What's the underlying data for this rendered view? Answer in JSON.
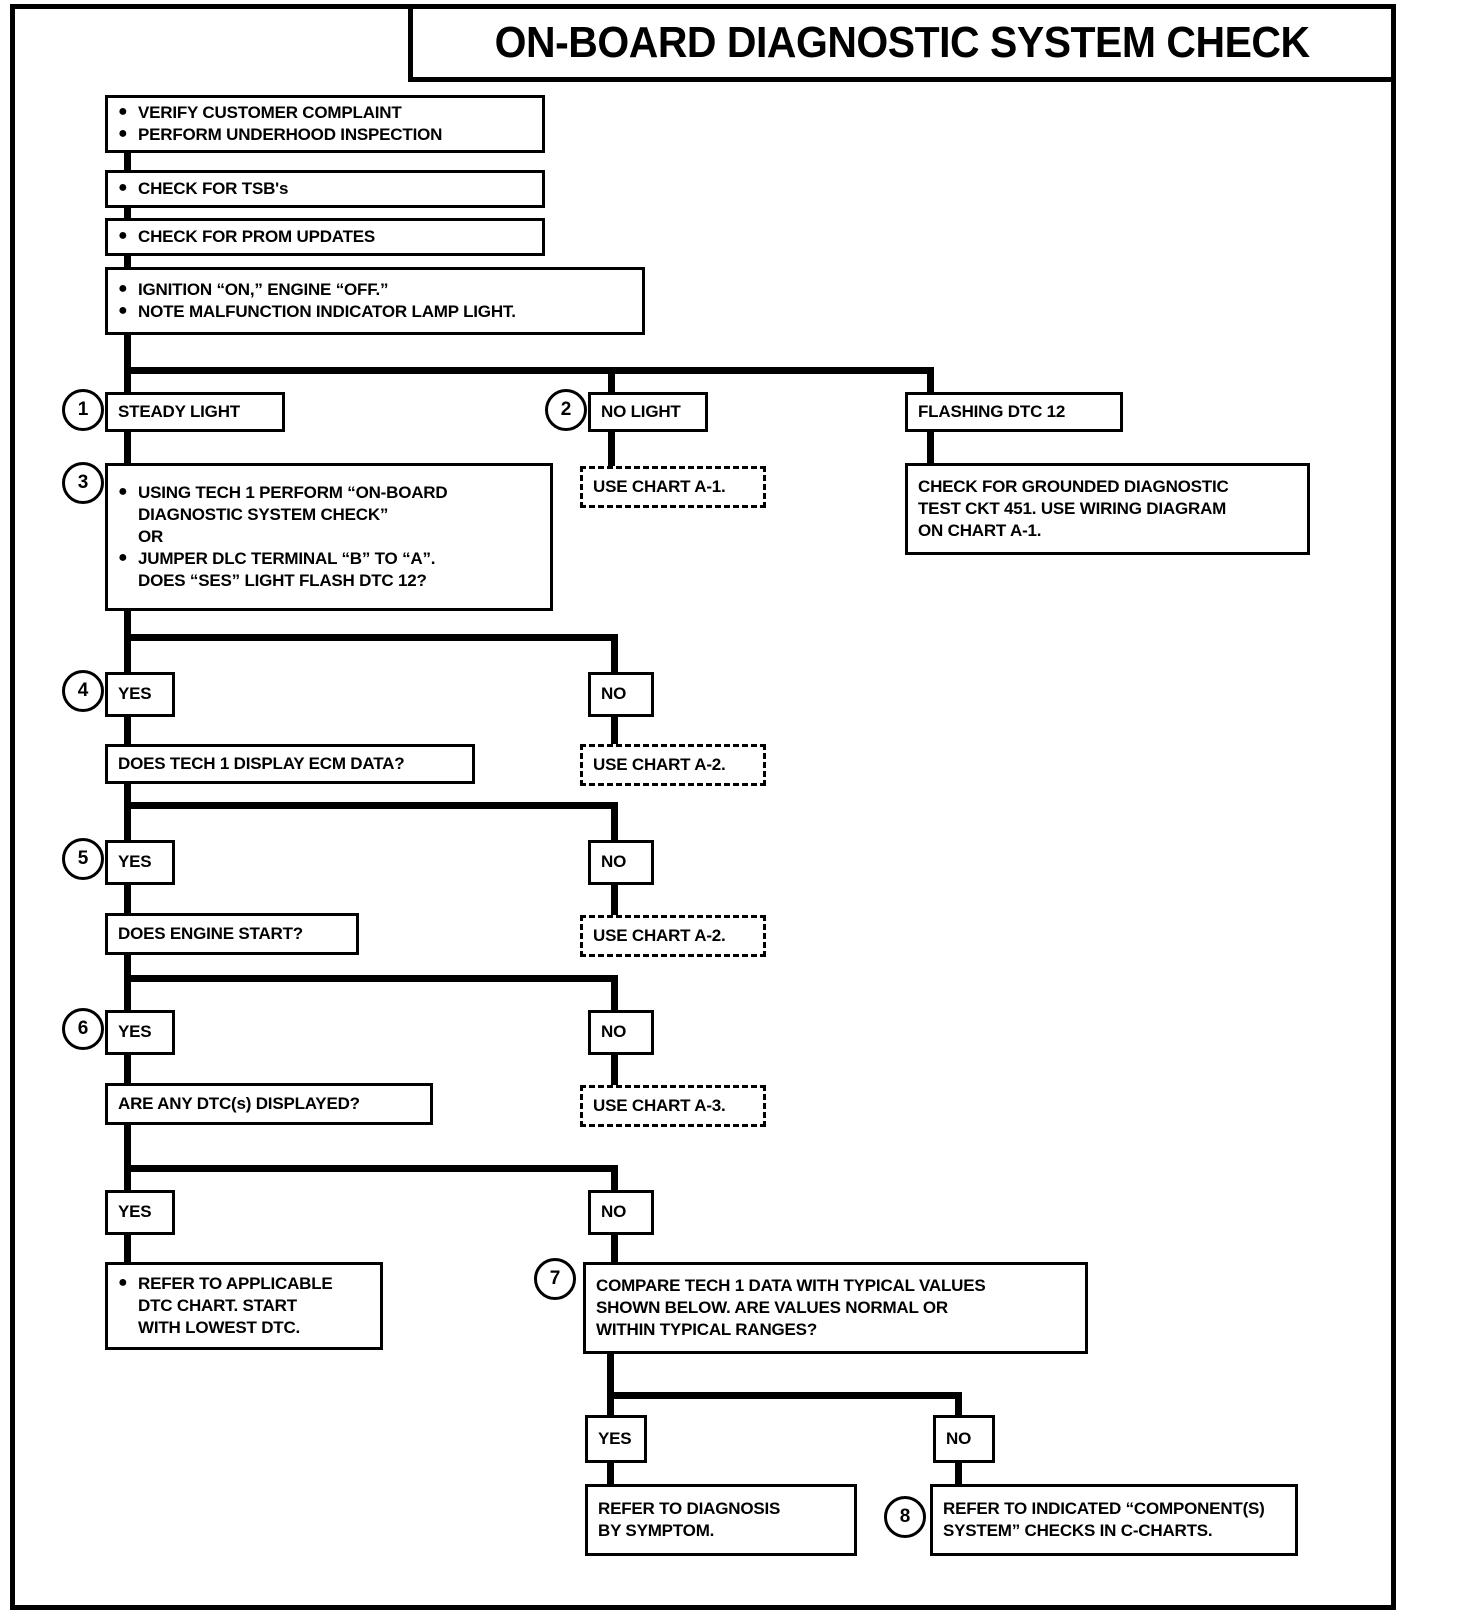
{
  "title": "ON-BOARD DIAGNOSTIC SYSTEM CHECK",
  "steps": [
    {
      "id": "verify-box",
      "lines": [
        "VERIFY CUSTOMER COMPLAINT",
        "PERFORM UNDERHOOD INSPECTION"
      ]
    },
    {
      "id": "tsb-box",
      "lines": [
        "CHECK FOR TSB's"
      ]
    },
    {
      "id": "prom-box",
      "lines": [
        "CHECK FOR PROM UPDATES"
      ]
    },
    {
      "id": "ignition-box",
      "lines": [
        "IGNITION “ON,” ENGINE  “OFF.”",
        "NOTE MALFUNCTION INDICATOR LAMP LIGHT."
      ]
    }
  ],
  "lamp_branches": {
    "steady": "STEADY LIGHT",
    "no_light": "NO LIGHT",
    "flashing": "FLASHING DTC 12"
  },
  "use_chart": {
    "a1": "USE CHART A-1.",
    "a2_first": "USE CHART A-2.",
    "a2_second": "USE CHART A-2.",
    "a3": "USE CHART A-3."
  },
  "grounded_box": {
    "line1": "CHECK FOR GROUNDED DIAGNOSTIC",
    "line2": "TEST CKT 451.  USE WIRING DIAGRAM",
    "line3": "ON CHART A-1."
  },
  "step3_box": {
    "bullet1_line1": "USING TECH 1 PERFORM “ON-BOARD",
    "bullet1_line2": "DIAGNOSTIC SYSTEM CHECK”",
    "or": "OR",
    "bullet2_line1": "JUMPER DLC TERMINAL “B” TO “A”.",
    "bullet2_line2": "DOES “SES” LIGHT FLASH DTC 12?"
  },
  "questions": {
    "ecm_data": "DOES TECH 1 DISPLAY ECM DATA?",
    "engine_start": "DOES ENGINE START?",
    "dtcs": "ARE ANY DTC(s) DISPLAYED?",
    "compare_line1": "COMPARE TECH 1 DATA WITH TYPICAL VALUES",
    "compare_line2": "SHOWN BELOW.  ARE VALUES NORMAL OR",
    "compare_line3": "WITHIN TYPICAL RANGES?"
  },
  "answers": {
    "yes": "YES",
    "no": "NO"
  },
  "results": {
    "refer_dtc_line1": "REFER TO APPLICABLE",
    "refer_dtc_line2": "DTC CHART.  START",
    "refer_dtc_line3": "WITH LOWEST DTC.",
    "diagnosis_line1": "REFER TO  DIAGNOSIS",
    "diagnosis_line2": "BY SYMPTOM.",
    "component_line1": "REFER TO INDICATED “COMPONENT(S)",
    "component_line2": "SYSTEM” CHECKS IN C-CHARTS."
  },
  "callouts": {
    "c1": "1",
    "c2": "2",
    "c3": "3",
    "c4": "4",
    "c5": "5",
    "c6": "6",
    "c7": "7",
    "c8": "8"
  },
  "colors": {
    "ink": "#000000",
    "paper": "#ffffff"
  }
}
